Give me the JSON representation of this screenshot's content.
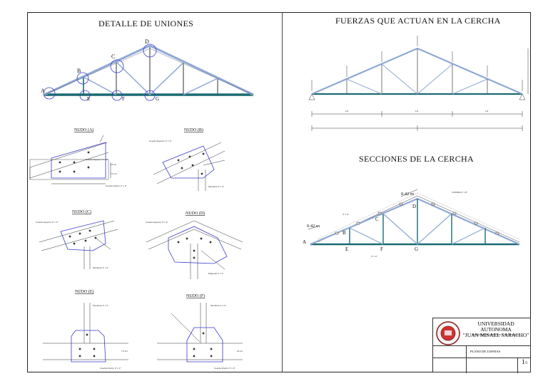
{
  "titles": {
    "detalle": "DETALLE DE UNIONES",
    "fuerzas": "FUERZAS QUE ACTUAN EN LA CERCHA",
    "secciones": "SECCIONES DE LA CERCHA"
  },
  "nodes": {
    "a": "A",
    "b": "B",
    "c": "C",
    "d": "D",
    "e": "E",
    "f": "F",
    "g": "G"
  },
  "details": {
    "nudo_a": "NUDO (A)",
    "nudo_b": "NUDO (B)",
    "nudo_c": "NUDO (C)",
    "nudo_d": "NUDO (D)",
    "nudo_e": "NUDO (E)",
    "nudo_f": "NUDO (F)"
  },
  "detail_notes": {
    "cuerda_superior": "Cuerda Superior 3\" x 6\"",
    "cuerda_inferior": "Cuerda Inferior 3\" x 3\"",
    "montante": "Montante 3\" x 3\"",
    "diagonal": "Diagonal 3\" x 3\"",
    "dim_12": "12 cm.",
    "dim_75": "7.5 cm.",
    "dim_15": "15 cm."
  },
  "sections": {
    "overhang_top": "0.42 m",
    "overhang_left": "0.42 m",
    "correa": "CORREA  3\" x 8\"",
    "member_3x6": "3\" x 6\"",
    "member_3x3": "3\" x 3\""
  },
  "forces": {
    "span_a": "L/3",
    "span_b": "L/3",
    "span_c": "L/3"
  },
  "title_block": {
    "university_line1": "UNIVERSIDAD AUTONOMA",
    "university_line2": "\"JUAN MISAEL SARACHO\"",
    "faculty": "FACULTAD DE CIENCIAS Y TECNOLOGIA",
    "plan_name": "PLANO DE ZAPATAS",
    "sheet_number": "1",
    "sheet_total": "5"
  }
}
